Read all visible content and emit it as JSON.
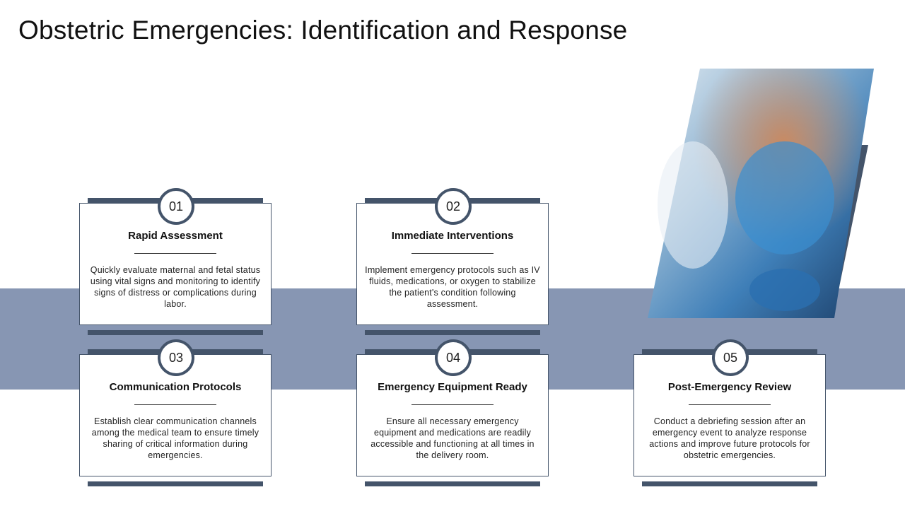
{
  "title": "Obstetric Emergencies: Identification and Response",
  "colors": {
    "band": "#8796b3",
    "accent": "#44546a"
  },
  "steps": [
    {
      "number": "01",
      "heading": "Rapid Assessment",
      "text": "Quickly evaluate maternal and fetal status using vital signs and monitoring to identify signs of distress or complications during labor."
    },
    {
      "number": "02",
      "heading": "Immediate Interventions",
      "text": "Implement emergency protocols such as IV fluids, medications, or oxygen to stabilize the patient's condition following assessment."
    },
    {
      "number": "03",
      "heading": "Communication Protocols",
      "text": "Establish clear communication channels among the medical team to ensure timely sharing of critical information during emergencies."
    },
    {
      "number": "04",
      "heading": "Emergency Equipment Ready",
      "text": "Ensure all necessary emergency equipment and medications are readily accessible and functioning at all times in the delivery room."
    },
    {
      "number": "05",
      "heading": "Post-Emergency Review",
      "text": "Conduct a debriefing session after an emergency event to analyze response actions and improve future protocols for obstetric emergencies."
    }
  ]
}
